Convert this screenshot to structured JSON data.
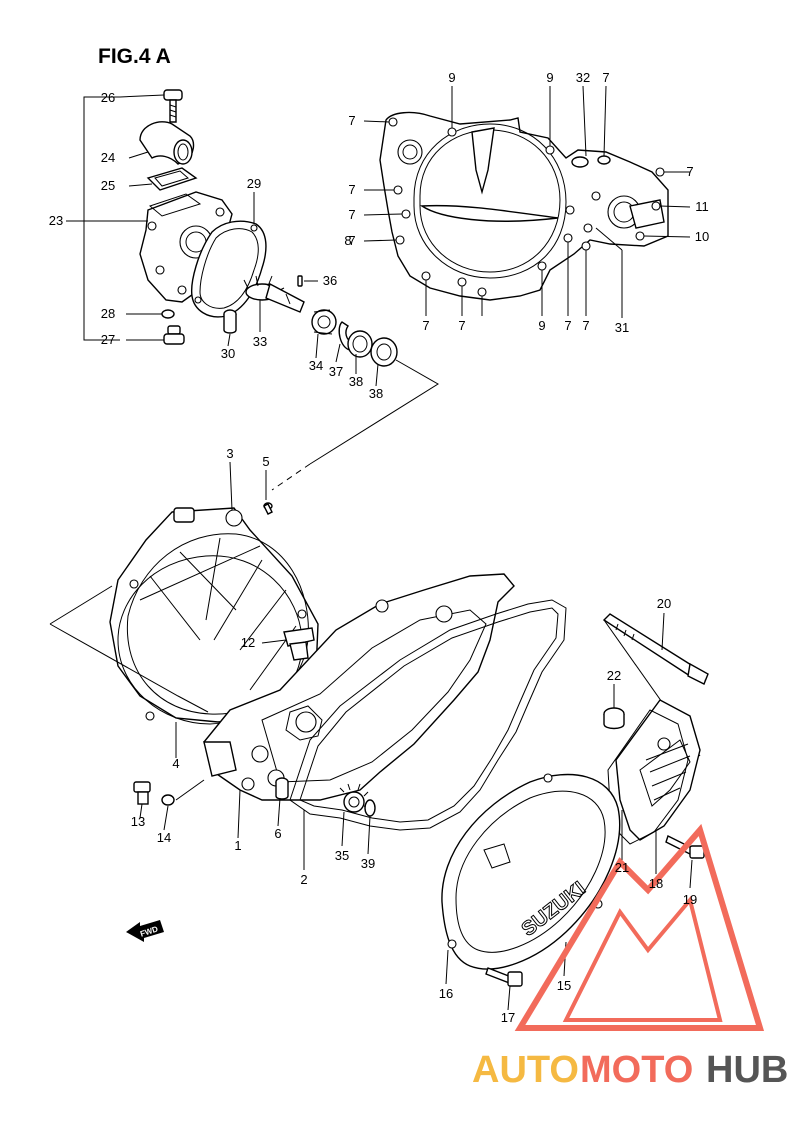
{
  "figure": {
    "title": "FIG.4 A"
  },
  "callouts": [
    {
      "label": "26"
    },
    {
      "label": "24"
    },
    {
      "label": "25"
    },
    {
      "label": "23"
    },
    {
      "label": "29"
    },
    {
      "label": "36"
    },
    {
      "label": "28"
    },
    {
      "label": "27"
    },
    {
      "label": "30"
    },
    {
      "label": "33"
    },
    {
      "label": "34"
    },
    {
      "label": "37"
    },
    {
      "label": "38"
    },
    {
      "label": "38"
    },
    {
      "label": "9"
    },
    {
      "label": "9"
    },
    {
      "label": "32"
    },
    {
      "label": "7"
    },
    {
      "label": "7"
    },
    {
      "label": "7"
    },
    {
      "label": "7"
    },
    {
      "label": "7"
    },
    {
      "label": "11"
    },
    {
      "label": "8"
    },
    {
      "label": "10"
    },
    {
      "label": "7"
    },
    {
      "label": "7"
    },
    {
      "label": "7"
    },
    {
      "label": "9"
    },
    {
      "label": "7"
    },
    {
      "label": "7"
    },
    {
      "label": "31"
    },
    {
      "label": "3"
    },
    {
      "label": "5"
    },
    {
      "label": "12"
    },
    {
      "label": "20"
    },
    {
      "label": "22"
    },
    {
      "label": "4"
    },
    {
      "label": "13"
    },
    {
      "label": "14"
    },
    {
      "label": "1"
    },
    {
      "label": "6"
    },
    {
      "label": "2"
    },
    {
      "label": "35"
    },
    {
      "label": "39"
    },
    {
      "label": "21"
    },
    {
      "label": "18"
    },
    {
      "label": "19"
    },
    {
      "label": "16"
    },
    {
      "label": "15"
    },
    {
      "label": "17"
    }
  ],
  "cover_mark": "SUZUKI",
  "fwd_mark": "FWD",
  "watermark": {
    "brand_part1": "AUTO",
    "brand_part2": "MOTO",
    "brand_part3": "HUB",
    "color_primary": "#f26b5b",
    "color_secondary": "#f5b942",
    "color_dark": "#555555"
  }
}
